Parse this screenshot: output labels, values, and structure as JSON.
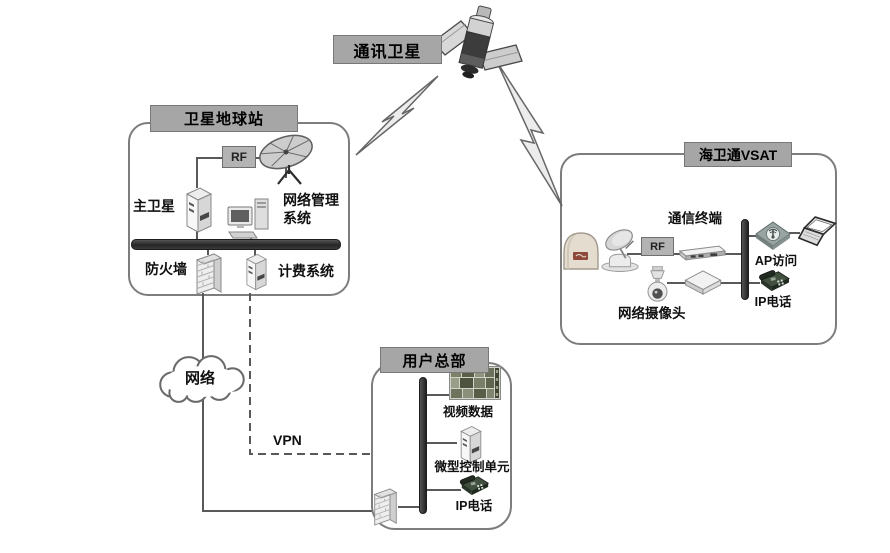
{
  "satellite": {
    "label": "通讯卫星"
  },
  "earth_station": {
    "title": "卫星地球站",
    "rf": "RF",
    "main_satellite": "主卫星",
    "network_management": "网络管理系统",
    "firewall": "防火墙",
    "billing_system": "计费系统"
  },
  "cloud": {
    "label": "网络"
  },
  "vpn": {
    "label": "VPN"
  },
  "headquarters": {
    "title": "用户总部",
    "video_data": "视频数据",
    "micro_control_unit": "微型控制单元",
    "ip_phone": "IP电话"
  },
  "vsat": {
    "title": "海卫通VSAT",
    "comm_terminal": "通信终端",
    "rf": "RF",
    "ap_access": "AP访问",
    "ip_phone": "IP电话",
    "network_camera": "网络摄像头"
  },
  "colors": {
    "label_bg": "#a6a6a6",
    "box_border": "#7d7d7d",
    "bus_bar": "#383838",
    "connector": "#595959"
  }
}
